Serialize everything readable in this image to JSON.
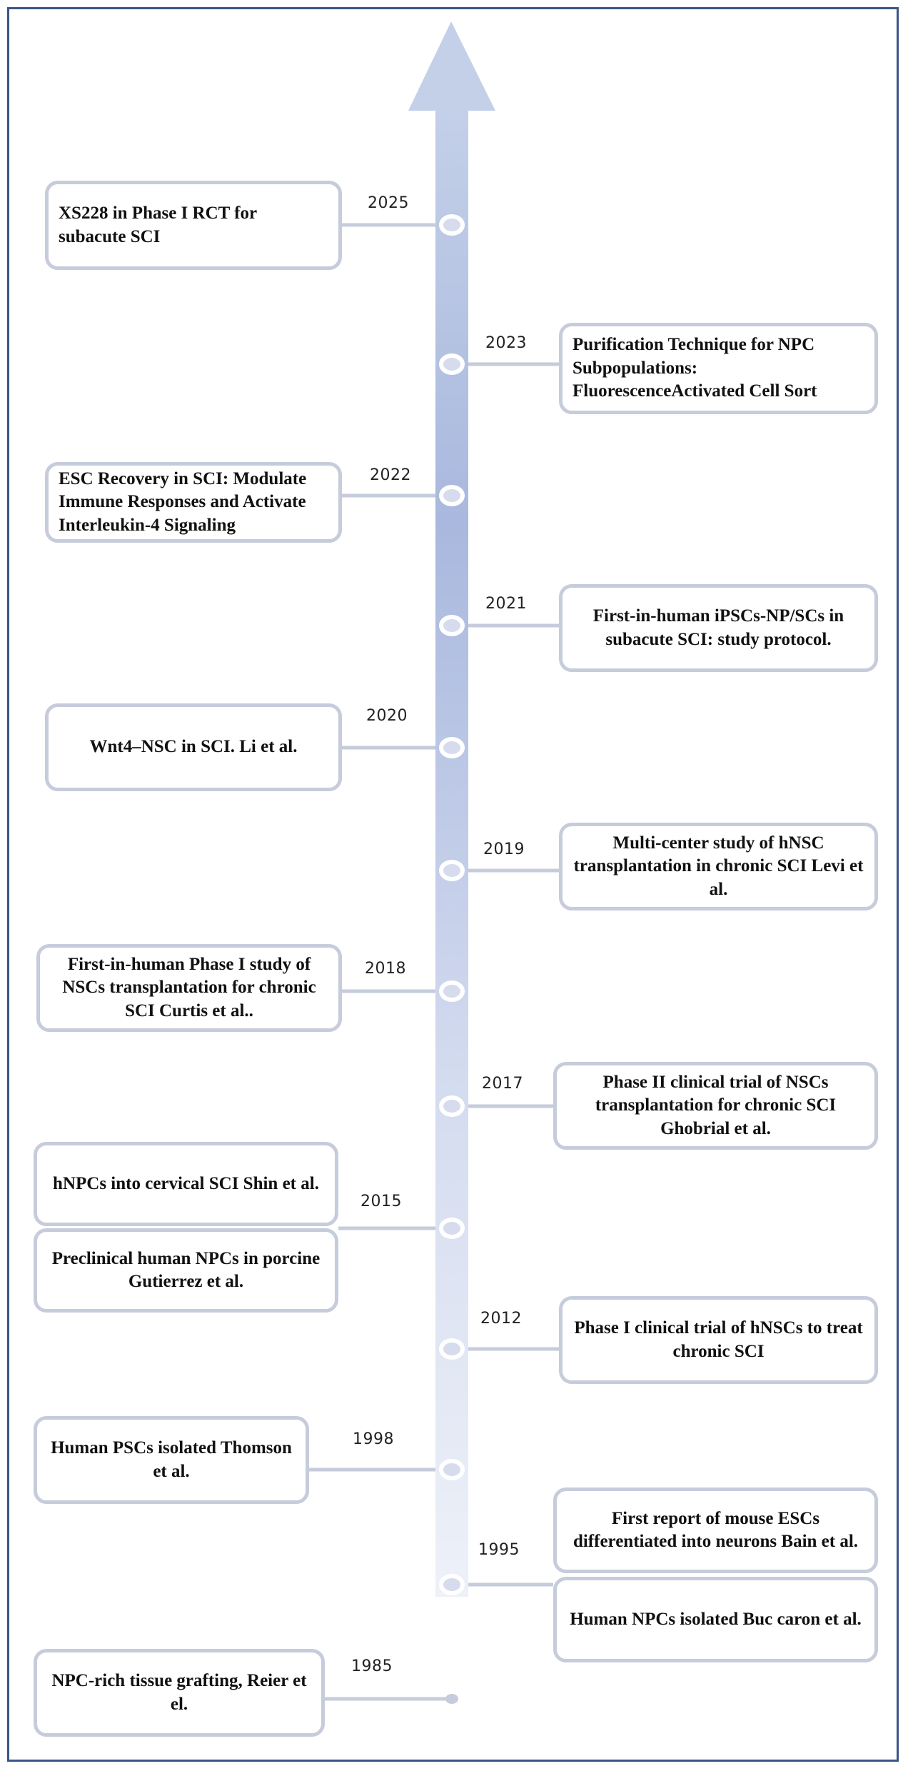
{
  "timeline": {
    "events": [
      {
        "year": "2025",
        "side": "left",
        "text": "XS228 in Phase I RCT for subacute SCI"
      },
      {
        "year": "2023",
        "side": "right",
        "text": "Purification Technique for NPC Subpopulations: FluorescenceActivated Cell Sort"
      },
      {
        "year": "2022",
        "side": "left",
        "text": "ESC Recovery in SCI: Modulate Immune Responses and Activate Interleukin-4 Signaling"
      },
      {
        "year": "2021",
        "side": "right",
        "text": "First-in-human iPSCs-NP/SCs in subacute SCI: study protocol."
      },
      {
        "year": "2020",
        "side": "left",
        "text": "Wnt4–NSC in SCI. Li et al."
      },
      {
        "year": "2019",
        "side": "right",
        "text": "Multi-center study of hNSC transplantation in chronic SCI Levi et al."
      },
      {
        "year": "2018",
        "side": "left",
        "text": "First-in-human Phase I study of NSCs transplantation for chronic SCI Curtis et al.."
      },
      {
        "year": "2017",
        "side": "right",
        "text": "Phase II clinical trial of NSCs transplantation for chronic SCI Ghobrial et al."
      },
      {
        "year": "2015",
        "side": "left",
        "text": "hNPCs into cervical SCI Shin et al."
      },
      {
        "year": "",
        "side": "left",
        "text": "Preclinical human NPCs in porcine Gutierrez et al."
      },
      {
        "year": "2012",
        "side": "right",
        "text": "Phase I clinical trial of hNSCs to treat chronic SCI"
      },
      {
        "year": "1998",
        "side": "left",
        "text": "Human PSCs isolated Thomson et al."
      },
      {
        "year": "1995",
        "side": "right",
        "text": "First report of mouse ESCs differentiated into neurons Bain et al."
      },
      {
        "year": "",
        "side": "right",
        "text": "Human NPCs isolated Buc caron et al."
      },
      {
        "year": "1985",
        "side": "left",
        "text": "NPC-rich tissue grafting, Reier et el."
      }
    ]
  },
  "colors": {
    "frame": "#3a5587",
    "box_border": "#c6ccdb",
    "connector": "#c6ccdb",
    "arrow_top": "#c4d0e8",
    "arrow_mid": "#a9b8de",
    "arrow_bottom": "#eef1f8"
  }
}
